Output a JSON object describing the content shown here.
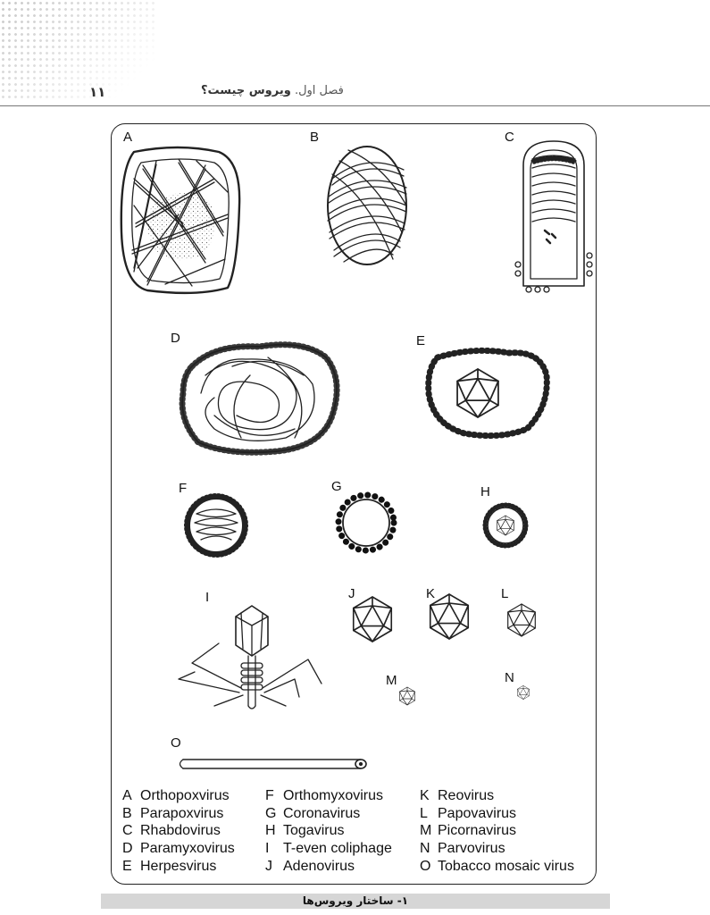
{
  "header": {
    "page_number": "۱۱",
    "chapter_label": "فصل اول.",
    "chapter_title": "ویروس چیست؟"
  },
  "figure": {
    "panel_labels": [
      "A",
      "B",
      "C",
      "D",
      "E",
      "F",
      "G",
      "H",
      "I",
      "J",
      "K",
      "L",
      "M",
      "N",
      "O"
    ],
    "legend": [
      [
        {
          "key": "A",
          "name": "Orthopoxvirus"
        },
        {
          "key": "B",
          "name": "Parapoxvirus"
        },
        {
          "key": "C",
          "name": "Rhabdovirus"
        },
        {
          "key": "D",
          "name": "Paramyxovirus"
        },
        {
          "key": "E",
          "name": "Herpesvirus"
        }
      ],
      [
        {
          "key": "F",
          "name": "Orthomyxovirus"
        },
        {
          "key": "G",
          "name": "Coronavirus"
        },
        {
          "key": "H",
          "name": "Togavirus"
        },
        {
          "key": "I",
          "name": "T-even coliphage"
        },
        {
          "key": "J",
          "name": "Adenovirus"
        }
      ],
      [
        {
          "key": "K",
          "name": "Reovirus"
        },
        {
          "key": "L",
          "name": "Papovavirus"
        },
        {
          "key": "M",
          "name": "Picornavirus"
        },
        {
          "key": "N",
          "name": "Parvovirus"
        },
        {
          "key": "O",
          "name": "Tobacco mosaic virus"
        }
      ]
    ]
  },
  "caption": "۱- ساختار ویروس‌ها"
}
